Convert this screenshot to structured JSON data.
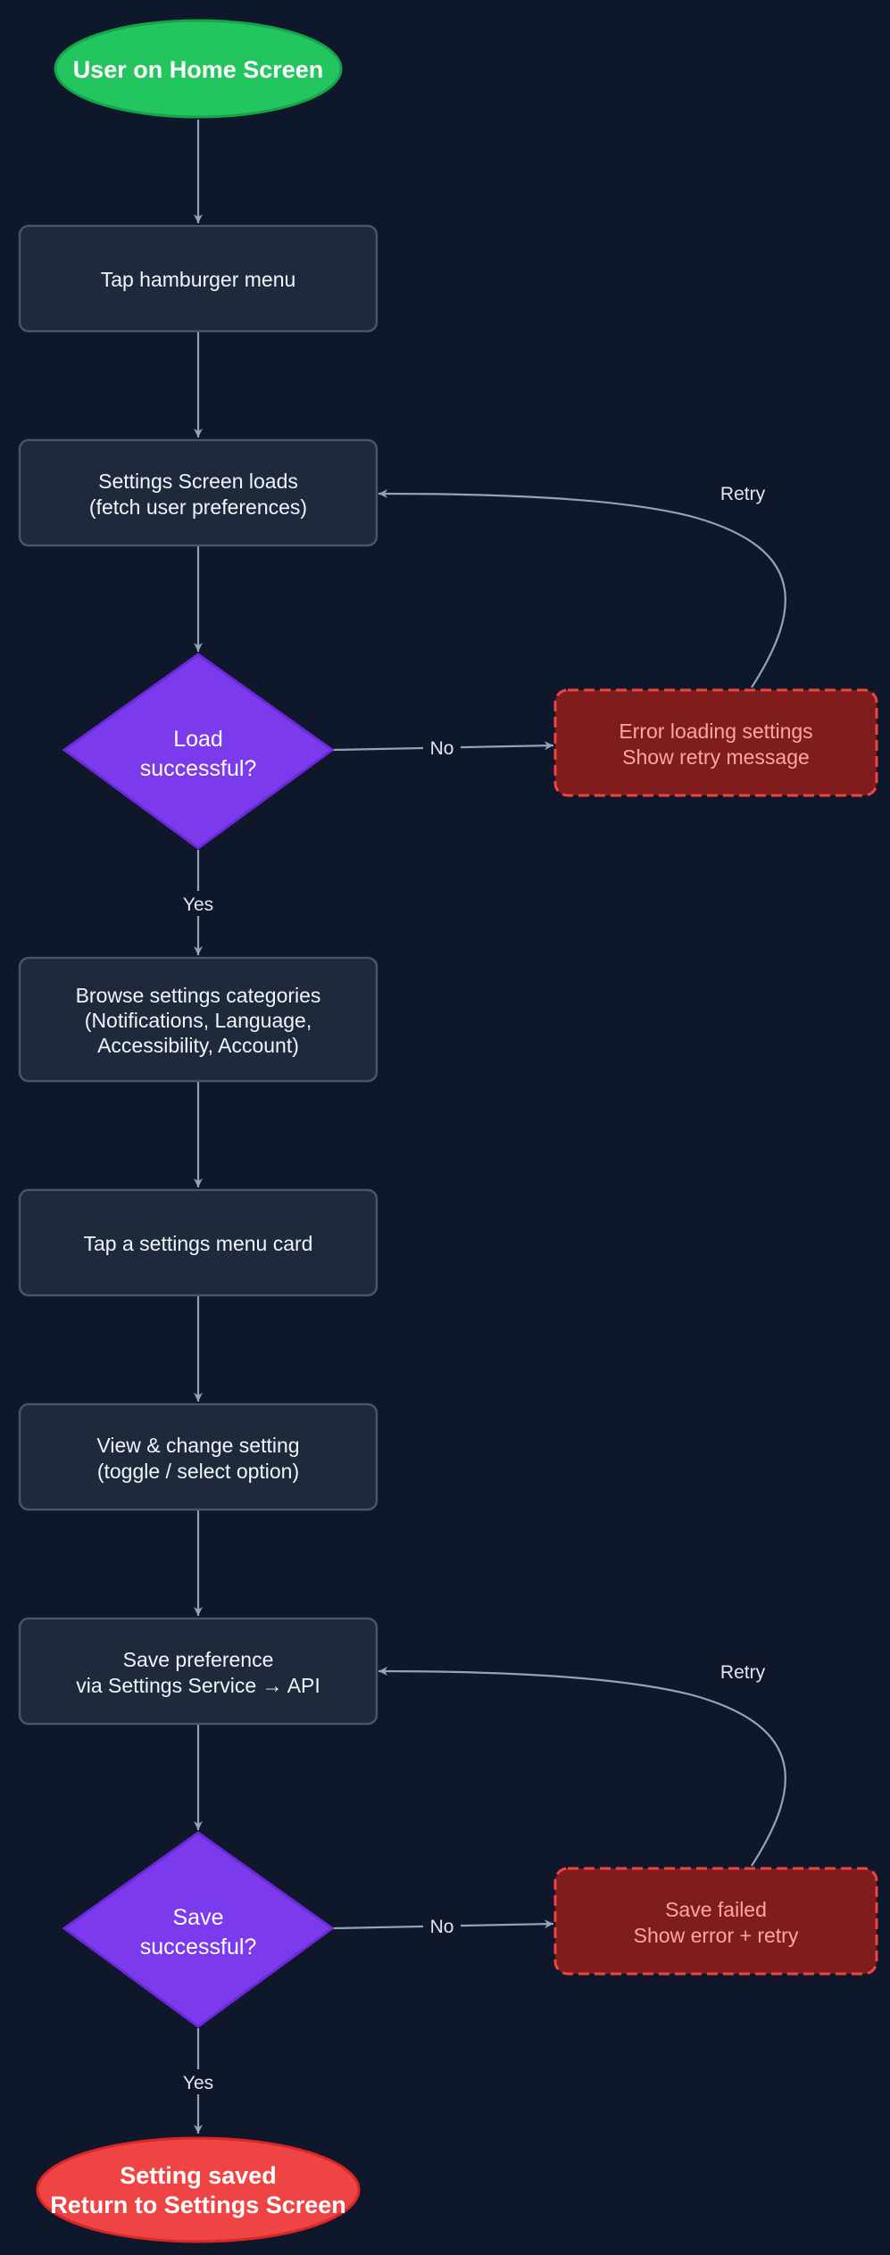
{
  "colors": {
    "background": "#0f172a",
    "process_fill": "#1e293b",
    "process_stroke": "#475569",
    "process_text": "#f1f5f9",
    "start_fill": "#22c55e",
    "start_stroke": "#16a34a",
    "decision_fill": "#7c3aed",
    "decision_stroke": "#6d28d9",
    "error_fill": "#7f1d1d",
    "error_stroke": "#ef4444",
    "error_text": "#fca5a5",
    "end_fill": "#ef4444",
    "end_stroke": "#dc2626",
    "edge": "#94a3b8",
    "edge_label": "#e2e8f0"
  },
  "nodes": {
    "start": {
      "shape": "terminal-start",
      "lines": [
        "User on Home Screen"
      ]
    },
    "tap_menu": {
      "shape": "process",
      "lines": [
        "Tap hamburger menu"
      ]
    },
    "settings_loads": {
      "shape": "process",
      "lines": [
        "Settings Screen loads",
        "(fetch user preferences)"
      ]
    },
    "load_check": {
      "shape": "decision",
      "lines": [
        "Load",
        "successful?"
      ]
    },
    "load_error": {
      "shape": "error",
      "lines": [
        "Error loading settings",
        "Show retry message"
      ]
    },
    "browse": {
      "shape": "process",
      "lines": [
        "Browse settings categories",
        "(Notifications, Language,",
        "Accessibility, Account)"
      ]
    },
    "tap_card": {
      "shape": "process",
      "lines": [
        "Tap a settings menu card"
      ]
    },
    "change_setting": {
      "shape": "process",
      "lines": [
        "View & change setting",
        "(toggle / select option)"
      ]
    },
    "save_pref": {
      "shape": "process",
      "lines": [
        "Save preference",
        "via Settings Service → API"
      ]
    },
    "save_check": {
      "shape": "decision",
      "lines": [
        "Save",
        "successful?"
      ]
    },
    "save_error": {
      "shape": "error",
      "lines": [
        "Save failed",
        "Show error + retry"
      ]
    },
    "end": {
      "shape": "terminal-end",
      "lines": [
        "Setting saved",
        "Return to Settings Screen"
      ]
    }
  },
  "edges": [
    {
      "id": "start-to-tap-menu",
      "label": ""
    },
    {
      "id": "tap-menu-to-settings-loads",
      "label": ""
    },
    {
      "id": "settings-loads-to-load-check",
      "label": ""
    },
    {
      "id": "load-check-to-load-error",
      "label": "No"
    },
    {
      "id": "load-error-to-settings-loads",
      "label": "Retry"
    },
    {
      "id": "load-check-to-browse",
      "label": "Yes"
    },
    {
      "id": "browse-to-tap-card",
      "label": ""
    },
    {
      "id": "tap-card-to-change-setting",
      "label": ""
    },
    {
      "id": "change-setting-to-save-pref",
      "label": ""
    },
    {
      "id": "save-pref-to-save-check",
      "label": ""
    },
    {
      "id": "save-check-to-save-error",
      "label": "No"
    },
    {
      "id": "save-error-to-save-pref",
      "label": "Retry"
    },
    {
      "id": "save-check-to-end",
      "label": "Yes"
    }
  ]
}
